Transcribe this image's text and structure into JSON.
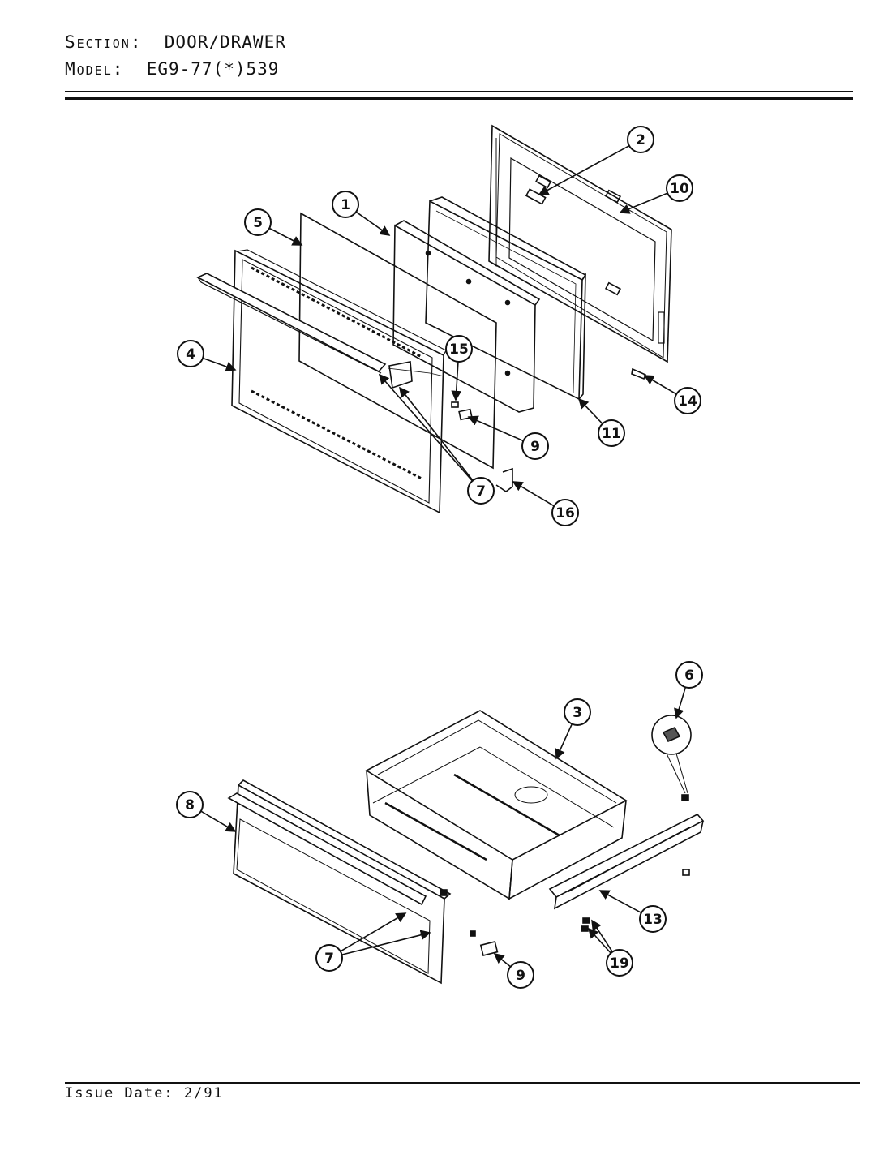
{
  "header": {
    "section_label": "Section:",
    "section_value": "DOOR/DRAWER",
    "model_label": "Model:",
    "model_value": "EG9-77(*)539"
  },
  "footer": {
    "issue_label": "Issue Date:",
    "issue_value": "2/91"
  },
  "callouts": {
    "door": [
      "1",
      "2",
      "4",
      "5",
      "7",
      "9",
      "10",
      "11",
      "14",
      "15",
      "16"
    ],
    "drawer": [
      "3",
      "6",
      "7",
      "8",
      "9",
      "13",
      "19"
    ]
  }
}
